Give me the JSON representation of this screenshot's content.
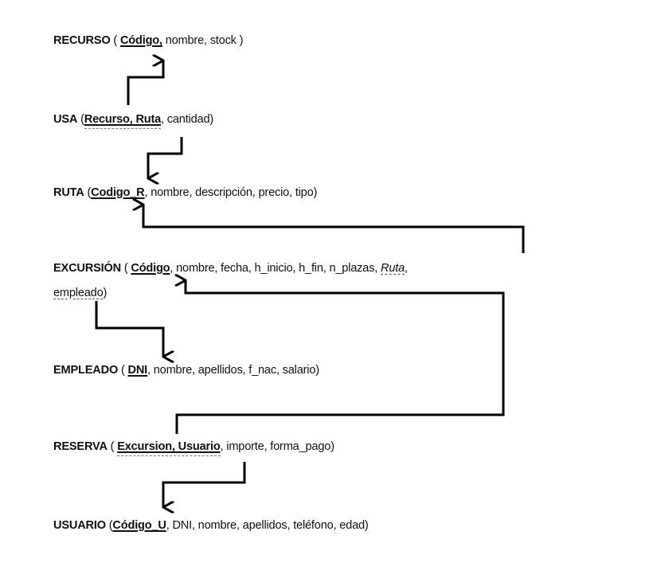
{
  "relations": [
    {
      "name": "recurso",
      "segments": [
        [
          "RECURSO",
          "rel"
        ],
        [
          " ( ",
          ""
        ],
        [
          "Código,",
          "pk"
        ],
        [
          " nombre, stock )",
          ""
        ]
      ]
    },
    {
      "name": "usa",
      "segments": [
        [
          "USA",
          "rel"
        ],
        [
          " (",
          ""
        ],
        [
          "Recurso, Ruta",
          "pkfk"
        ],
        [
          ", cantidad)",
          ""
        ]
      ]
    },
    {
      "name": "ruta",
      "segments": [
        [
          "RUTA",
          "rel"
        ],
        [
          " (",
          ""
        ],
        [
          "Codigo_R",
          "pk"
        ],
        [
          ", nombre, descripción, precio, tipo)",
          ""
        ]
      ]
    },
    {
      "name": "excursion",
      "segments": [
        [
          "EXCURSIÓN",
          "rel"
        ],
        [
          " ( ",
          ""
        ],
        [
          "Código",
          "pk"
        ],
        [
          ", nombre, fecha, h_inicio, h_fin, n_plazas, ",
          ""
        ],
        [
          "Ruta",
          "fki"
        ],
        [
          ",",
          ""
        ]
      ]
    },
    {
      "name": "excursion-cont",
      "segments": [
        [
          "empleado",
          "fk"
        ],
        [
          ")",
          ""
        ]
      ]
    },
    {
      "name": "empleado",
      "segments": [
        [
          "EMPLEADO",
          "rel"
        ],
        [
          " ( ",
          ""
        ],
        [
          "DNI",
          "pk"
        ],
        [
          ", nombre, apellidos, f_nac, salario)",
          ""
        ]
      ]
    },
    {
      "name": "reserva",
      "segments": [
        [
          "RESERVA",
          "rel"
        ],
        [
          " ( ",
          ""
        ],
        [
          "Excursion, Usuario",
          "pkfk"
        ],
        [
          ", importe, forma_pago)",
          ""
        ]
      ]
    },
    {
      "name": "usuario",
      "segments": [
        [
          "USUARIO",
          "rel"
        ],
        [
          " (",
          ""
        ],
        [
          "Código_U",
          "pk"
        ],
        [
          ", DNI, nombre, apellidos, teléfono, edad)",
          ""
        ]
      ]
    }
  ],
  "arrows": [
    {
      "from": "usa.Recurso",
      "to": "recurso.Código"
    },
    {
      "from": "usa.Ruta",
      "to": "ruta.Codigo_R"
    },
    {
      "from": "excursion.Ruta",
      "to": "ruta.Codigo_R"
    },
    {
      "from": "excursion.empleado",
      "to": "empleado.DNI"
    },
    {
      "from": "reserva.Excursion",
      "to": "excursion.Código"
    },
    {
      "from": "reserva.Usuario",
      "to": "usuario.Código_U"
    }
  ]
}
